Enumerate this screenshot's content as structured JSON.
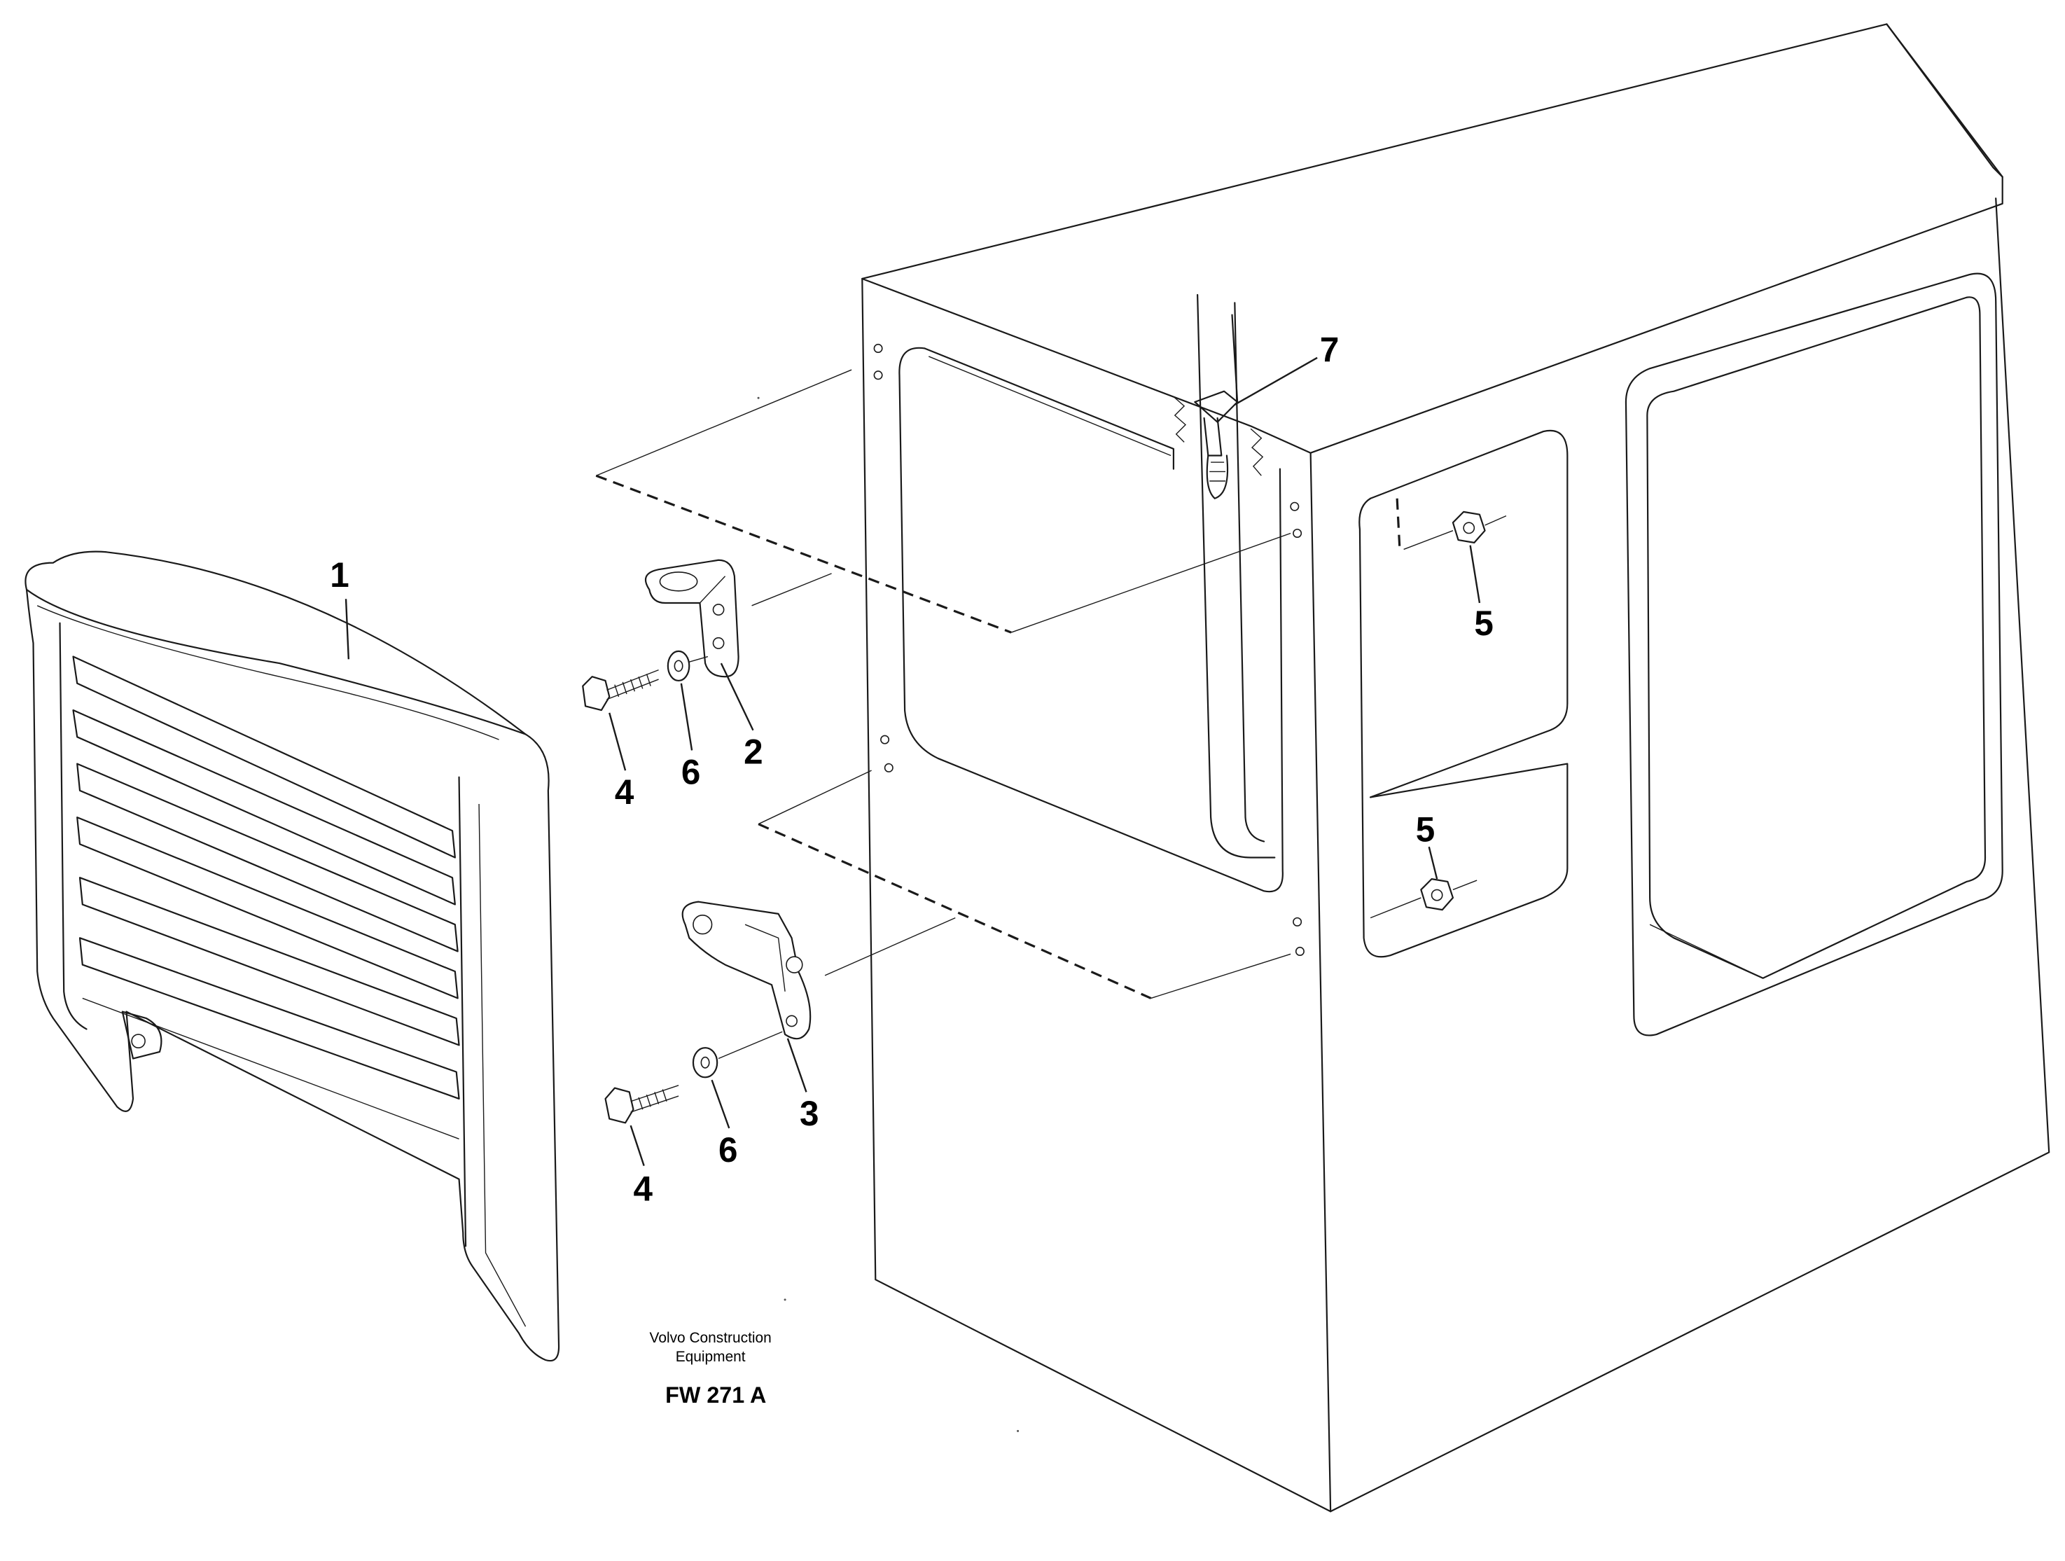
{
  "callouts": {
    "c1": "1",
    "c2": "2",
    "c3": "3",
    "c4a": "4",
    "c4b": "4",
    "c5a": "5",
    "c5b": "5",
    "c6a": "6",
    "c6b": "6",
    "c7": "7"
  },
  "caption": {
    "manufacturer_line1": "Volvo Construction",
    "manufacturer_line2": "Equipment",
    "figure_code": "FW 271 A"
  }
}
